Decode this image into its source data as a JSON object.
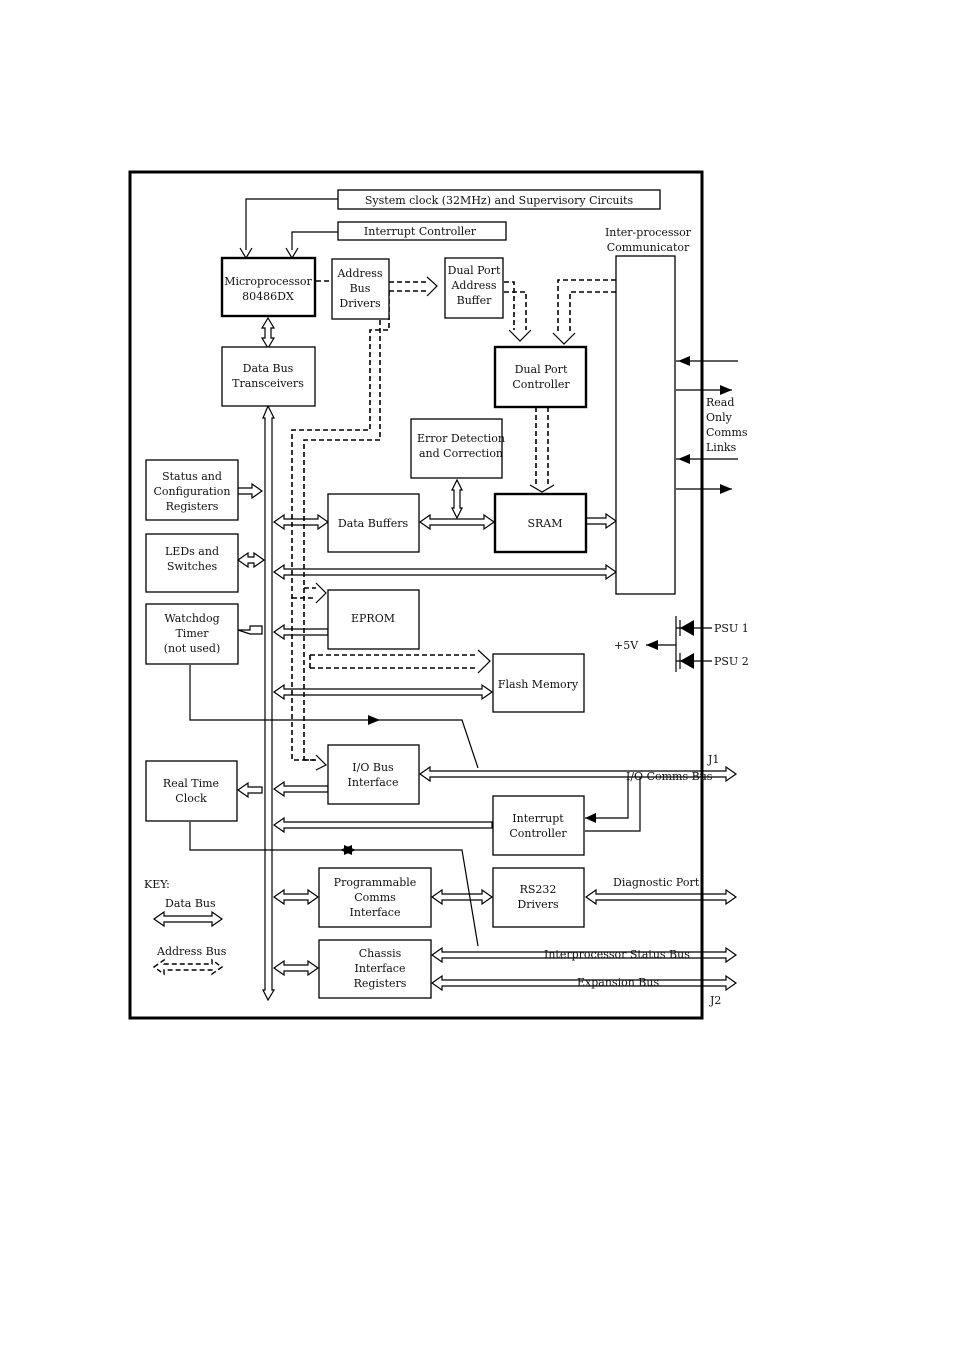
{
  "blocks": {
    "clock": "System clock (32MHz) and Supervisory Circuits",
    "interrupt_top": "Interrupt Controller",
    "ipc_label": [
      "Inter-processor",
      "Communicator"
    ],
    "micro": [
      "Microprocessor",
      "80486DX"
    ],
    "addr_drivers": [
      "Address",
      "Bus",
      "Drivers"
    ],
    "dp_addr_buffer": [
      "Dual Port",
      "Address",
      "Buffer"
    ],
    "dp_controller": [
      "Dual Port",
      "Controller"
    ],
    "data_transceivers": [
      "Data Bus",
      "Transceivers"
    ],
    "edc": [
      "Error Detection",
      "and Correction"
    ],
    "status_regs": [
      "Status and",
      "Configuration",
      "Registers"
    ],
    "data_buffers": "Data Buffers",
    "sram": "SRAM",
    "leds": [
      "LEDs and",
      "Switches"
    ],
    "watchdog": [
      "Watchdog",
      "Timer",
      "(not used)"
    ],
    "eprom": "EPROM",
    "flash": "Flash Memory",
    "io_bus_if": [
      "I/O Bus",
      "Interface"
    ],
    "rtc": [
      "Real Time",
      "Clock"
    ],
    "interrupt_bottom": [
      "Interrupt",
      "Controller"
    ],
    "prog_comms": [
      "Programmable",
      "Comms",
      "Interface"
    ],
    "rs232": [
      "RS232",
      "Drivers"
    ],
    "chassis": [
      "Chassis",
      "Interface",
      "Registers"
    ]
  },
  "labels": {
    "read_only": [
      "Read",
      "Only",
      "Comms",
      "Links"
    ],
    "psu1": "PSU 1",
    "psu2": "PSU 2",
    "v5": "+5V",
    "j1": "J1",
    "j2": "J2",
    "io_comms_bus": "I/O Comms Bus",
    "diagnostic_port": "Diagnostic Port",
    "ip_status_bus": "Interprocessor Status Bus",
    "expansion_bus": "Expansion Bus"
  },
  "key": {
    "title": "KEY:",
    "data_bus": "Data Bus",
    "address_bus": "Address Bus"
  }
}
